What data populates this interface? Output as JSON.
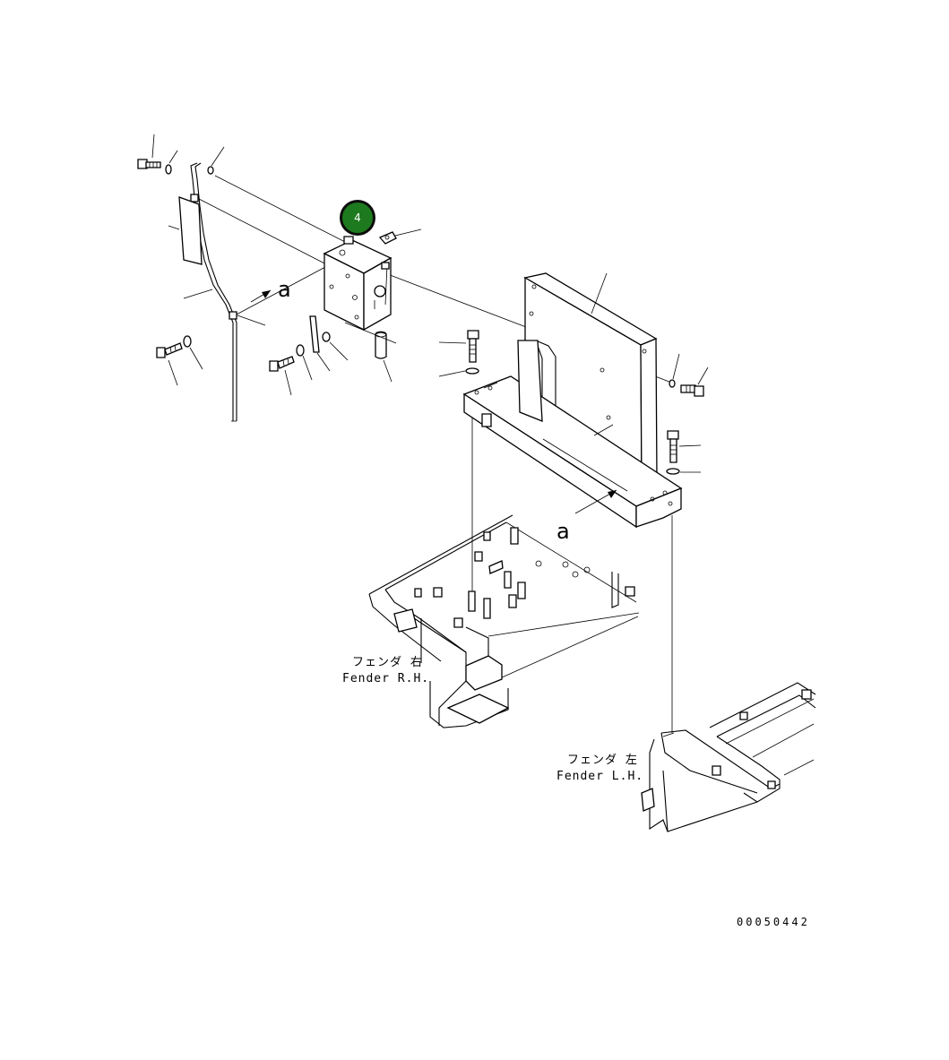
{
  "callout": {
    "number": "4",
    "fill": "#1e7a1e",
    "ring": "#0d0d0d"
  },
  "view_markers": {
    "a1": "a",
    "a2": "a"
  },
  "fenders": {
    "right": {
      "jp": "フェンダ 右",
      "en": "Fender R.H."
    },
    "left": {
      "jp": "フェンダ 左",
      "en": "Fender L.H."
    }
  },
  "drawing_code": "00050442"
}
